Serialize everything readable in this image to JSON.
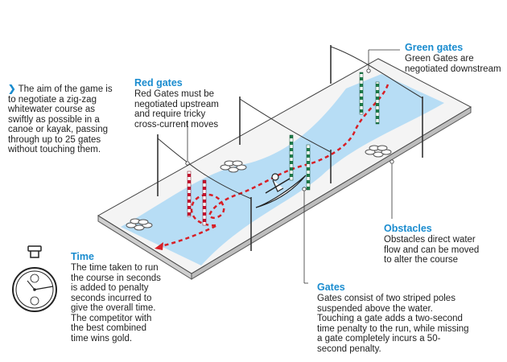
{
  "intro": {
    "text": "The aim of the game is to negotiate a zig-zag whitewater course as swiftly as possible in a canoe or kayak, passing through up to 25 gates without touching them."
  },
  "red_gates": {
    "title": "Red gates",
    "body": "Red Gates must be negotiated upstream and require tricky cross-current moves"
  },
  "green_gates": {
    "title": "Green gates",
    "body": "Green Gates are negotiated downstream"
  },
  "obstacles": {
    "title": "Obstacles",
    "body": "Obstacles direct water flow and can be moved to alter the course"
  },
  "gates": {
    "title": "Gates",
    "body": "Gates consist of two striped poles suspended above the water. Touching a gate adds a two-second time penalty to the run, while missing a gate completely incurs a 50-second penalty."
  },
  "time": {
    "title": "Time",
    "body": "The time taken to run the course in seconds is added to penalty seconds incurred to give the overall time. The competitor with the best combined time wins gold."
  },
  "colors": {
    "accent": "#1a8ccf",
    "water": "#b7ddf5",
    "gate_red": "#c8102e",
    "gate_green": "#1e7d4a",
    "course_line": "#d81f26"
  },
  "icons": [
    "chevron-right-icon",
    "stopwatch-icon",
    "canoe-icon"
  ]
}
